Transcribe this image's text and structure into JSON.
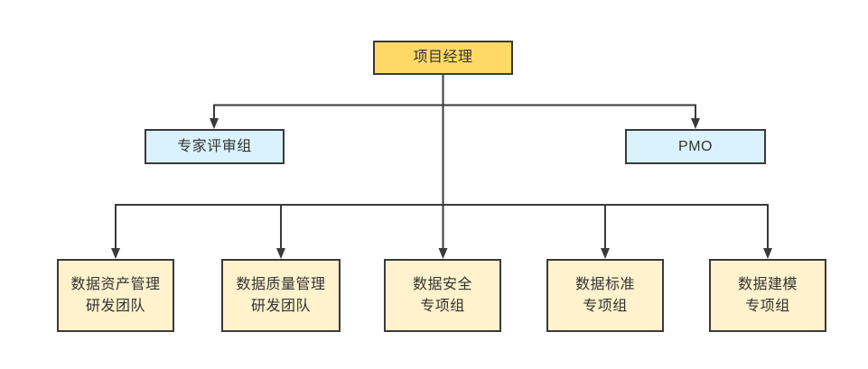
{
  "diagram": {
    "background_color": "#ffffff",
    "line_color": "#3a3a3a",
    "text_color": "#333333",
    "nodes": {
      "pm": {
        "label": "项目经理",
        "fill": "#ffd966"
      },
      "expert": {
        "label": "专家评审组",
        "fill": "#d9f2fb"
      },
      "pmo": {
        "label": "PMO",
        "fill": "#d9f2fb"
      },
      "team1": {
        "label": "数据资产管理\n研发团队",
        "fill": "#fff2cc"
      },
      "team2": {
        "label": "数据质量管理\n研发团队",
        "fill": "#fff2cc"
      },
      "team3": {
        "label": "数据安全\n专项组",
        "fill": "#fff2cc"
      },
      "team4": {
        "label": "数据标准\n专项组",
        "fill": "#fff2cc"
      },
      "team5": {
        "label": "数据建模\n专项组",
        "fill": "#fff2cc"
      }
    }
  }
}
